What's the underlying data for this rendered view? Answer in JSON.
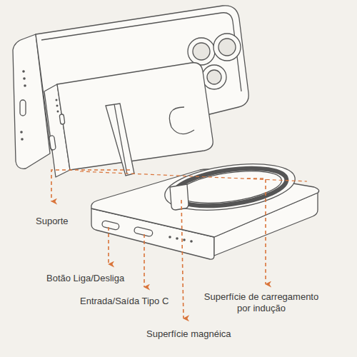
{
  "diagram": {
    "labels": [
      "Suporte",
      "Botão Liga/Desliga",
      "Entrada/Saída Tipo C",
      "Superfície de carregamento por indução",
      "Superfície magnéica"
    ]
  }
}
